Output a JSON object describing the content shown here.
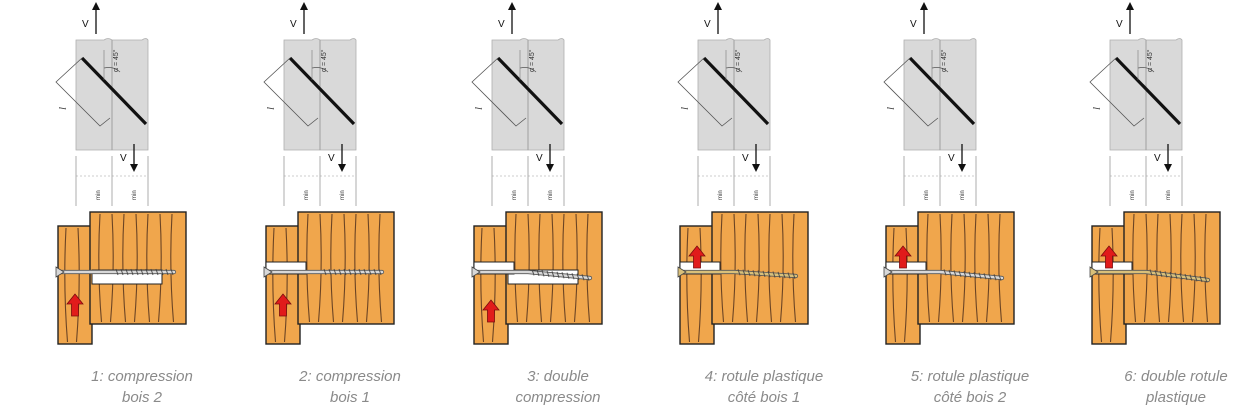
{
  "colors": {
    "wood": "#F0A64C",
    "grain": "#6B4424",
    "arrow_red": "#E11B1B",
    "screw": "#D8D8D8",
    "screw_gold": "#D9C07A",
    "sketch_fill": "#D9D9D9",
    "caption": "#8A8A8A"
  },
  "sketch_labels": {
    "top_force": "V",
    "bottom_force": "V",
    "angle": "α = 45°",
    "length": "l",
    "tick_left": "min",
    "tick_right": "min"
  },
  "panels": [
    {
      "caption_line1": "1: compression",
      "caption_line2": "bois 2"
    },
    {
      "caption_line1": "2: compression",
      "caption_line2": "bois 1"
    },
    {
      "caption_line1": "3: double",
      "caption_line2": "compression"
    },
    {
      "caption_line1": "4: rotule plastique",
      "caption_line2": "côté bois 1"
    },
    {
      "caption_line1": "5: rotule plastique",
      "caption_line2": "côté bois 2"
    },
    {
      "caption_line1": "6: double rotule",
      "caption_line2": "plastique"
    }
  ]
}
